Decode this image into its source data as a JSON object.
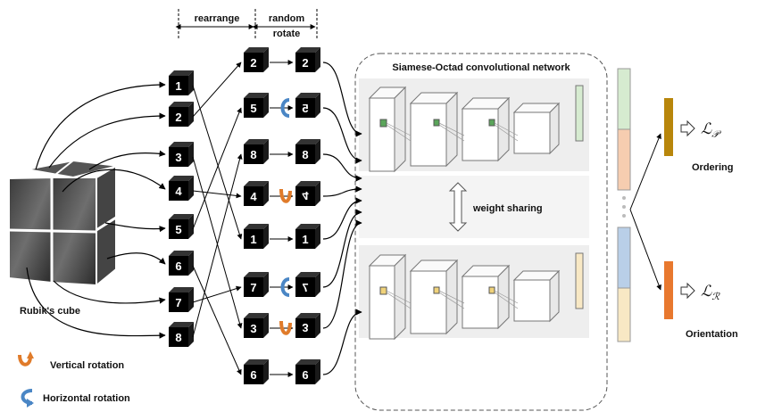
{
  "header": {
    "rearrange": "rearrange",
    "random_rotate_line1": "random",
    "random_rotate_line2": "rotate"
  },
  "rubik": {
    "label": "Rubik's cube"
  },
  "column1_numbers": [
    "1",
    "2",
    "3",
    "4",
    "5",
    "6",
    "7",
    "8"
  ],
  "column2_numbers": [
    "2",
    "5",
    "8",
    "4",
    "1",
    "7",
    "3",
    "6"
  ],
  "column3": [
    {
      "text": "2",
      "style": "normal"
    },
    {
      "text": "5",
      "style": "horizontal"
    },
    {
      "text": "8",
      "style": "normal"
    },
    {
      "text": "4",
      "style": "vertical"
    },
    {
      "text": "1",
      "style": "normal"
    },
    {
      "text": "7",
      "style": "horizontal"
    },
    {
      "text": "3",
      "style": "vertical"
    },
    {
      "text": "6",
      "style": "normal"
    }
  ],
  "network": {
    "title": "Siamese-Octad convolutional network",
    "weight_sharing": "weight sharing"
  },
  "outputs": {
    "ordering": "Ordering",
    "orientation": "Orientation",
    "loss_p_main": "ℒ",
    "loss_p_sub": "𝒫",
    "loss_r_main": "ℒ",
    "loss_r_sub": "ℛ",
    "dots": "⋮"
  },
  "legend": {
    "vertical": "Vertical rotation",
    "horizontal": "Horizontal rotation"
  },
  "colors": {
    "vertical_arrow": "#e07b2a",
    "horizontal_arrow": "#4a86c5",
    "ordering_bar": "#b8860b",
    "orientation_bar": "#e8782e",
    "feat_green": "#d6ebd0",
    "feat_orange": "#f6cdb0",
    "feat_blue": "#b9cfe8",
    "feat_cream": "#f8e8c4"
  }
}
